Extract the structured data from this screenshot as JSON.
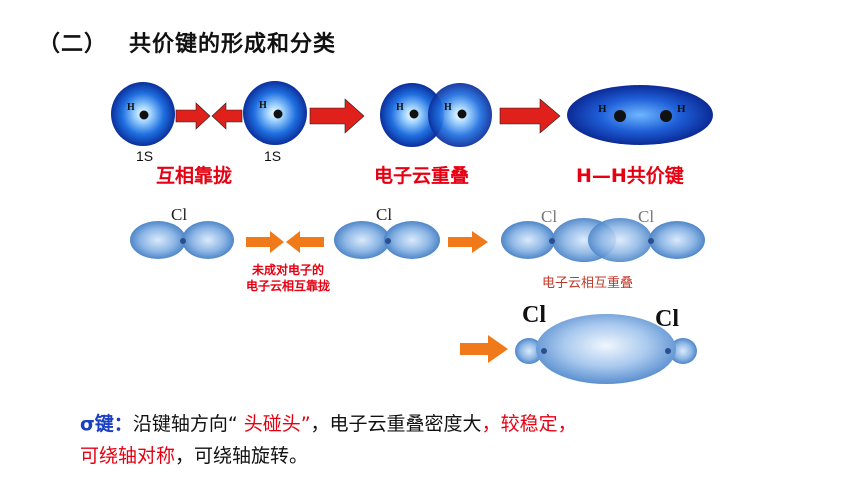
{
  "title": {
    "num": "（二）",
    "text": "共价键的形成和分类"
  },
  "h_row": {
    "atom_symbol": "H",
    "orbital_label": "1S",
    "step1": "互相靠拢",
    "step2": "电子云重叠",
    "step3": "H—H共价键"
  },
  "cl_row": {
    "atom_symbol": "Cl",
    "approach_line1": "未成对电子的",
    "approach_line2": "电子云相互靠拢",
    "overlap_label": "电子云相互重叠"
  },
  "summary": {
    "sigma": "σ键：",
    "part1": "沿键轴方向“",
    "head_to_head": " 头碰头”",
    "part2": "，电子云重叠密度大",
    "stable": "，较稳定，",
    "line2_red": "可绕轴对称",
    "line2_rest": "，可绕轴旋转。"
  },
  "colors": {
    "accent_red": "#e60012",
    "orbital_blue": "#1e5fd8",
    "arrow_red": "#e0201a",
    "arrow_orange": "#f07a1a"
  }
}
